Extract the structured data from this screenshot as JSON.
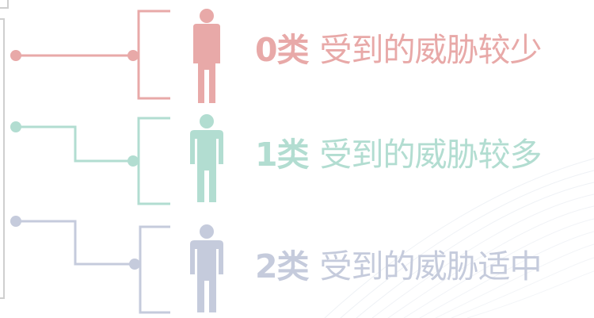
{
  "colors": {
    "class0": "#e8a9a8",
    "class1": "#b2ddd1",
    "class2": "#c5cbdc",
    "frame": "#cfcfcf",
    "wave": "#eef1f5"
  },
  "rows": [
    {
      "class_label": "0类",
      "description": "受到的威胁较少",
      "icon": "person-icon"
    },
    {
      "class_label": "1类",
      "description": "受到的威胁较多",
      "icon": "person-icon"
    },
    {
      "class_label": "2类",
      "description": "受到的威胁适中",
      "icon": "person-icon"
    }
  ]
}
